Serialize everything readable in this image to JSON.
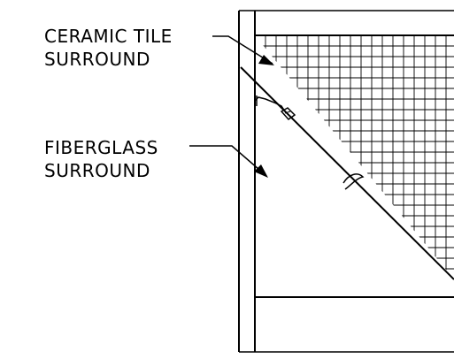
{
  "labels": {
    "ceramic_line1": "CERAMIC TILE",
    "ceramic_line2": "SURROUND",
    "fiberglass_line1": "FIBERGLASS",
    "fiberglass_line2": "SURROUND"
  }
}
